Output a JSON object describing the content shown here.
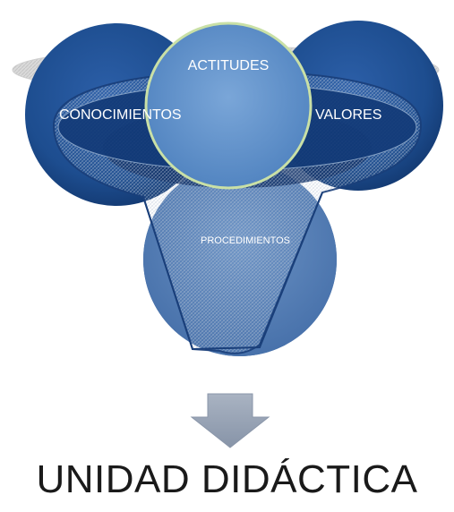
{
  "diagram": {
    "labels": {
      "conocimientos": "CONOCIMIENTOS",
      "actitudes": "ACTITUDES",
      "valores": "VALORES",
      "procedimientos": "PROCEDIMIENTOS"
    },
    "result": "UNIDAD DIDÁCTICA",
    "colors": {
      "dark_blue": "#1d4d8f",
      "deep_blue": "#0e2f66",
      "medium_blue": "#5f88bf",
      "light_blue": "#6d9bd0",
      "actitudes_border": "#c9e0a6",
      "arrow_gray": "#9aa6b8"
    }
  }
}
